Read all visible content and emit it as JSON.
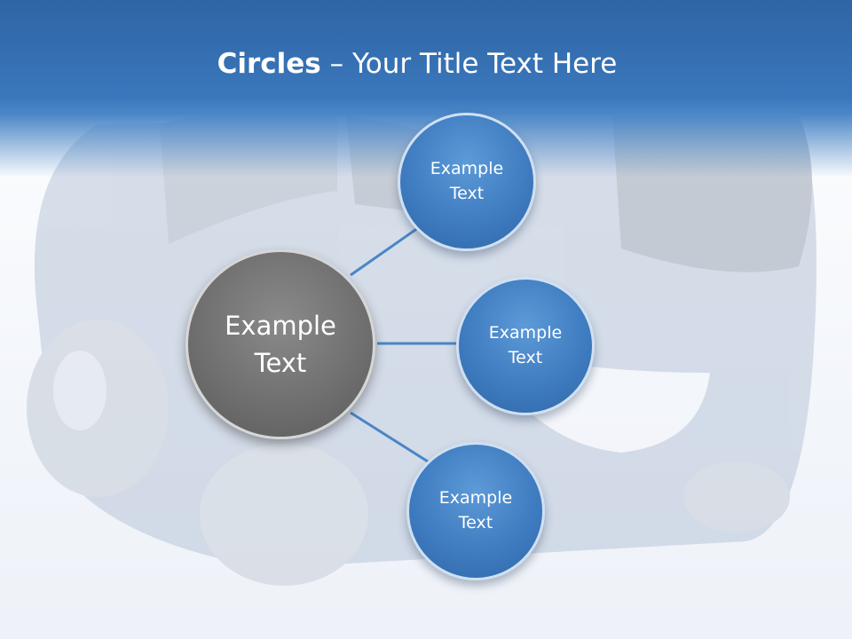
{
  "title": {
    "bold": "Circles",
    "rest": " – Your Title Text Here"
  },
  "center": {
    "line1": "Example",
    "line2": "Text"
  },
  "nodes": [
    {
      "line1": "Example",
      "line2": "Text"
    },
    {
      "line1": "Example",
      "line2": "Text"
    },
    {
      "line1": "Example",
      "line2": "Text"
    }
  ],
  "colors": {
    "header": "#3a77bc",
    "node": "#3f7cc0",
    "center": "#707070",
    "connector": "#4a86c7"
  }
}
